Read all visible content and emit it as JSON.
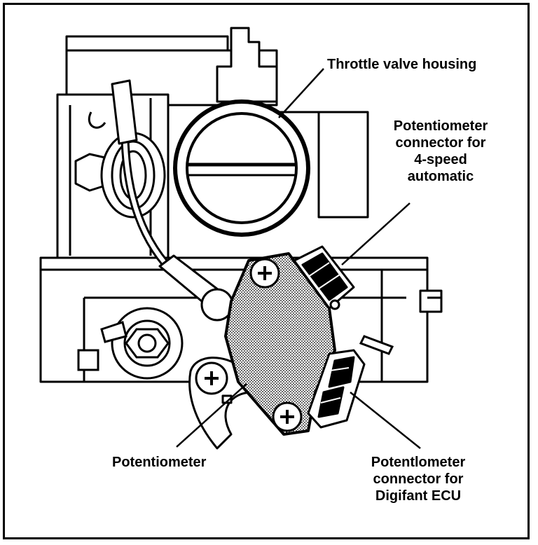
{
  "labels": {
    "throttle_housing": "Throttle valve housing",
    "pot_connector_auto": [
      "Potentiometer",
      "connector for",
      "4-speed",
      "automatic"
    ],
    "potentiometer": "Potentiometer",
    "pot_connector_ecu": [
      "Potentlometer",
      "connector for",
      "Digifant ECU"
    ]
  },
  "colors": {
    "ink": "#000000",
    "paper": "#ffffff",
    "stipple": "#9a9a9a"
  }
}
